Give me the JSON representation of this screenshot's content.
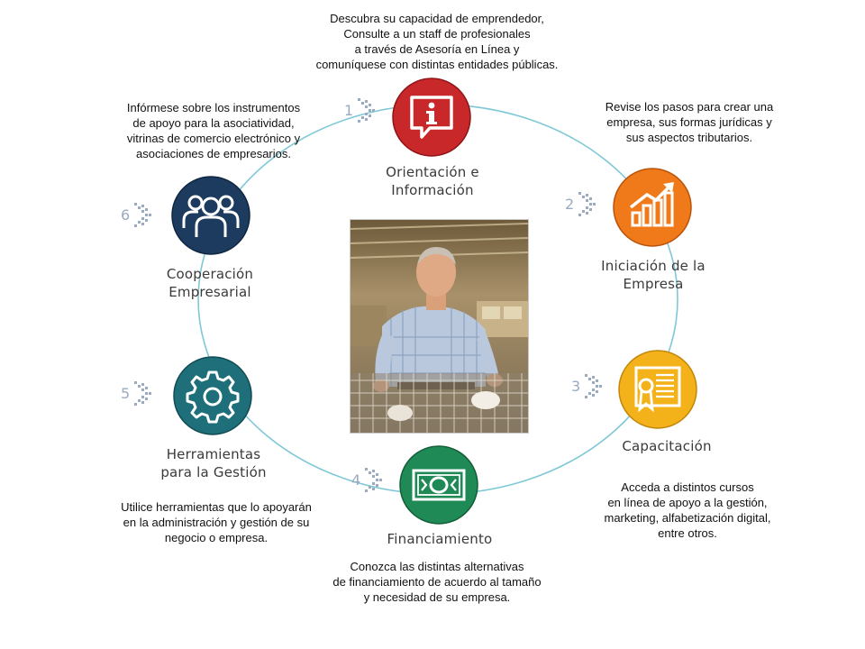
{
  "steps": [
    {
      "number": "1",
      "title": "Orientación e\nInformación",
      "description": "Descubra su capacidad de emprendedor,\nConsulte a un staff de profesionales\na través de Asesoría en Línea y\ncomuníquese con distintas entidades públicas.",
      "icon": "info-speech-icon",
      "color": "#c8282a"
    },
    {
      "number": "2",
      "title": "Iniciación de la\nEmpresa",
      "description": "Revise los pasos para crear una\nempresa, sus formas jurídicas y\nsus aspectos tributarios.",
      "icon": "growth-chart-icon",
      "color": "#f07a1a"
    },
    {
      "number": "3",
      "title": "Capacitación",
      "description": "Acceda a distintos cursos\nen línea de apoyo a la gestión,\nmarketing, alfabetización digital,\nentre otros.",
      "icon": "certificate-icon",
      "color": "#f4b21a"
    },
    {
      "number": "4",
      "title": "Financiamiento",
      "description": "Conozca las distintas alternativas\nde financiamiento de acuerdo al tamaño\ny necesidad de su empresa.",
      "icon": "banknote-icon",
      "color": "#1f8a55"
    },
    {
      "number": "5",
      "title": "Herramientas\npara la Gestión",
      "description": "Utilice herramientas que lo apoyarán\nen la administración y gestión de su\nnegocio o empresa.",
      "icon": "gear-icon",
      "color": "#1e6f7a"
    },
    {
      "number": "6",
      "title": "Cooperación\nEmpresarial",
      "description": "Infórmese sobre los instrumentos\nde apoyo para la asociatividad,\nvitrinas de comercio electrónico y\nasociaciones de empresarios.",
      "icon": "people-group-icon",
      "color": "#1c3b5e"
    }
  ],
  "colors": {
    "ring": "#7ec8d6",
    "marker": "#9aaac0",
    "title_text": "#3a3a3a"
  }
}
